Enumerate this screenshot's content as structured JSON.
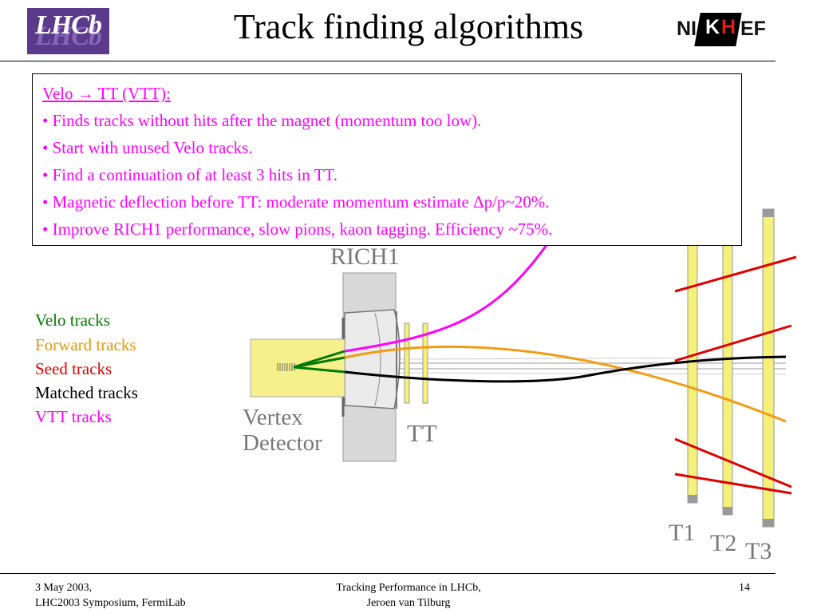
{
  "header": {
    "title": "Track finding algorithms",
    "logo_left": "LHCb",
    "logo_right": "NIKHEF"
  },
  "info_box": {
    "heading": "Velo → TT (VTT):",
    "bullets": [
      "• Finds tracks without hits after the magnet (momentum too low).",
      "• Start with unused Velo tracks.",
      "• Find a continuation of at least 3 hits in TT.",
      "• Magnetic deflection before TT: moderate momentum estimate Δp/p~20%.",
      "• Improve RICH1 performance, slow pions, kaon tagging. Efficiency ~75%."
    ]
  },
  "legend": [
    {
      "label": "Velo tracks",
      "color": "#007a00"
    },
    {
      "label": "Forward tracks",
      "color": "#e69500"
    },
    {
      "label": "Seed tracks",
      "color": "#e00000"
    },
    {
      "label": "Matched tracks",
      "color": "#000000"
    },
    {
      "label": "VTT tracks",
      "color": "#ff00ff"
    }
  ],
  "diagram": {
    "labels": {
      "rich1": "RICH1",
      "vertex1": "Vertex",
      "vertex2": "Detector",
      "tt": "TT",
      "t1": "T1",
      "t2": "T2",
      "t3": "T3"
    },
    "colors": {
      "velo": "#007a00",
      "forward": "#f39c12",
      "seed": "#e00000",
      "matched": "#000000",
      "vtt": "#ff00ff",
      "station": "#f4f07a",
      "vertex_box": "#f5f08c"
    }
  },
  "footer": {
    "date": "3 May 2003,",
    "venue": "LHC2003 Symposium, FermiLab",
    "talk": "Tracking Performance in LHCb,",
    "author": "Jeroen van Tilburg",
    "page": "14"
  }
}
